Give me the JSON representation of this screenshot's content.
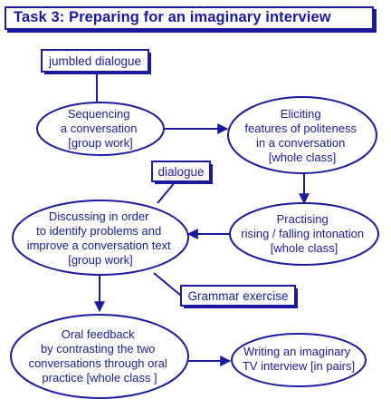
{
  "title": "Task 3: Preparing for an imaginary  interview",
  "colors": {
    "ink": "#1a1aa0",
    "background": "#ffffff"
  },
  "boxes": {
    "jumbled": "jumbled dialogue",
    "dialogue": "dialogue",
    "grammar": "Grammar exercise"
  },
  "nodes": {
    "sequencing": [
      "Sequencing",
      "a conversation",
      "[group work]"
    ],
    "eliciting": [
      "Eliciting",
      "features of politeness",
      "in a conversation",
      "[whole class]"
    ],
    "practising": [
      "Practising",
      "rising / falling intonation",
      "[whole class]"
    ],
    "discussing": [
      "Discussing in order",
      "to identify problems and",
      "improve a conversation text",
      "[group work]"
    ],
    "oral": [
      "Oral feedback",
      "by contrasting the two",
      "conversations through oral",
      "practice [whole class ]"
    ],
    "writing": [
      "Writing an imaginary",
      "TV interview [in pairs]"
    ]
  }
}
